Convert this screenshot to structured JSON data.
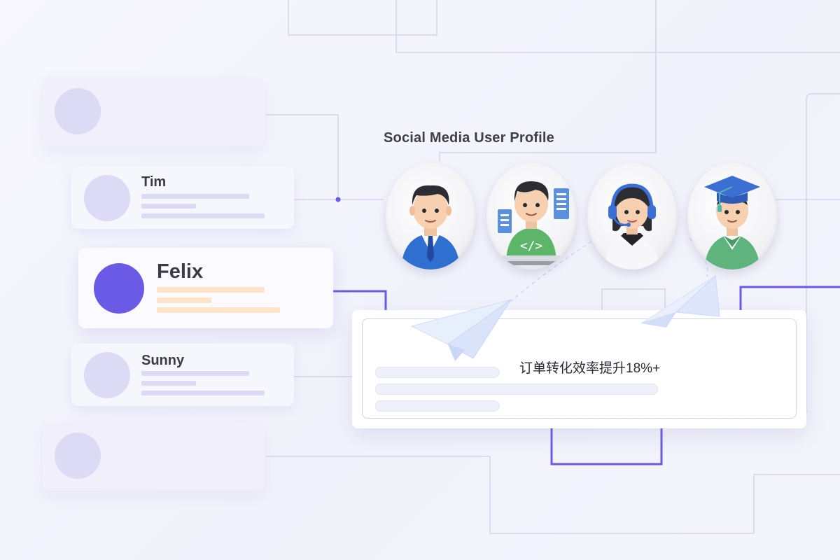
{
  "profile": {
    "title": "Social Media User Profile",
    "avatars": [
      {
        "role": "businessman",
        "icon": "businessman-avatar-icon"
      },
      {
        "role": "developer",
        "icon": "developer-avatar-icon"
      },
      {
        "role": "support-agent",
        "icon": "support-agent-avatar-icon"
      },
      {
        "role": "graduate",
        "icon": "graduate-avatar-icon"
      }
    ]
  },
  "users": [
    {
      "name": ""
    },
    {
      "name": "Tim"
    },
    {
      "name": "Felix",
      "selected": true
    },
    {
      "name": "Sunny"
    },
    {
      "name": ""
    }
  ],
  "result": {
    "text": "订单转化效率提升18%+"
  },
  "colors": {
    "accent": "#6a5ae6",
    "avatar_placeholder": "#dcdaf4",
    "highlight_bar": "#fde3c8",
    "line": "#d6d6ee"
  }
}
